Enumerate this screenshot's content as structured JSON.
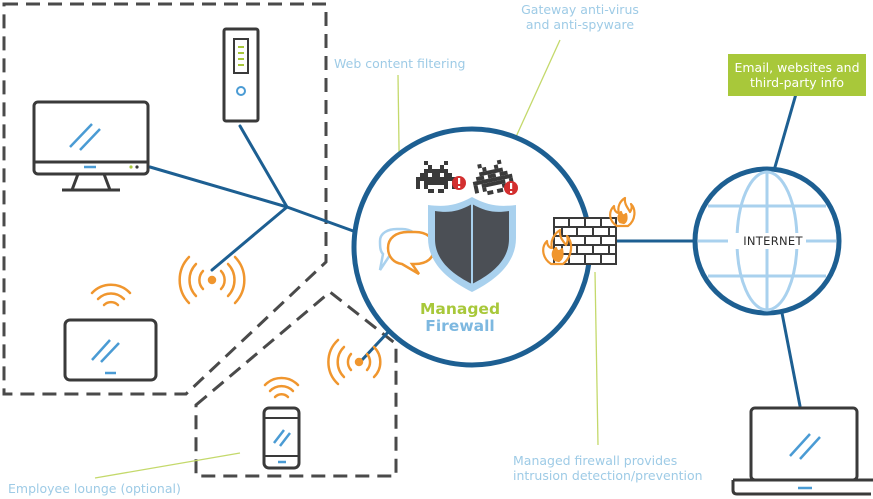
{
  "labels": {
    "gateway_line1": "Gateway anti-virus",
    "gateway_line2": "and anti-spyware",
    "web_content": "Web content filtering",
    "email_line1": "Email, websites and",
    "email_line2": "third-party info",
    "managed": "Managed",
    "firewall": "Firewall",
    "internet": "INTERNET",
    "intrusion_line1": "Managed firewall provides",
    "intrusion_line2": "intrusion detection/prevention",
    "lounge": "Employee lounge (optional)"
  },
  "colors": {
    "network_line": "#1d5f92",
    "device_outline": "#3a3a3a",
    "device_screen": "#4a9bd4",
    "wifi": "#f0962e",
    "dashed_border": "#4a4a4a",
    "callout_line": "#c4d96b",
    "label_text": "#9ecbe6",
    "green": "#a8c83a",
    "shield_dark": "#4b4f55",
    "globe": "#a9d1ee",
    "fire": "#f0962e",
    "alert_red": "#d32f2f"
  },
  "icons": [
    "desktop-monitor-icon",
    "server-tower-icon",
    "tablet-icon",
    "smartphone-icon",
    "laptop-icon",
    "wifi-signal-icon",
    "shield-icon",
    "speech-bubbles-icon",
    "space-invader-icon",
    "alert-icon",
    "brick-wall-icon",
    "fire-icon",
    "globe-icon"
  ]
}
